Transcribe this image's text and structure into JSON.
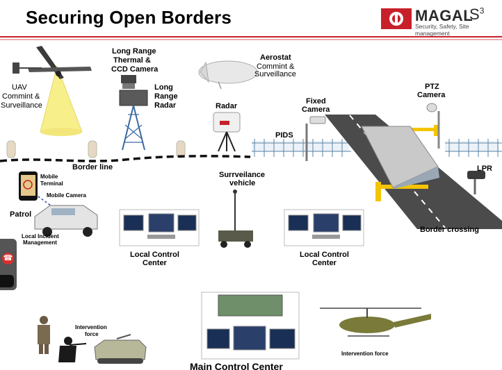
{
  "header": {
    "title": "Securing Open Borders",
    "logo_word": "MAGAL",
    "logo_suffix": "S",
    "logo_sup": "3",
    "logo_tagline": "Security, Safety, Site management"
  },
  "labels": {
    "uav_title": "UAV",
    "uav_sub1": "Commint &",
    "uav_sub2": "Surveillance",
    "thermal_1": "Long Range",
    "thermal_2": "Thermal &",
    "thermal_3": "CCD Camera",
    "radar_lr_1": "Long",
    "radar_lr_2": "Range",
    "radar_lr_3": "Radar",
    "aerostat_title": "Aerostat",
    "aerostat_sub1": "Commint &",
    "aerostat_sub2": "Surveillance",
    "radar": "Radar",
    "fixed_camera_1": "Fixed",
    "fixed_camera_2": "Camera",
    "ptz_1": "PTZ",
    "ptz_2": "Camera",
    "pids": "PIDS",
    "lpr": "LPR",
    "border_line": "Border line",
    "mobile_terminal_1": "Mobile",
    "mobile_terminal_2": "Terminal",
    "mobile_camera": "Mobile Camera",
    "patrol": "Patrol",
    "local_incident_1": "Local Incident",
    "local_incident_2": "Management",
    "surveillance_vehicle_1": "Surrveilance",
    "surveillance_vehicle_2": "vehicle",
    "border_crossing": "Border crossing",
    "local_control_left_1": "Local Control",
    "local_control_left_2": "Center",
    "local_control_right_1": "Local Control",
    "local_control_right_2": "Center",
    "intervention_force_left_1": "Intervention",
    "intervention_force_left_2": "force",
    "intervention_force_right": "Intervention force",
    "main_control_center": "Main Control Center"
  },
  "colors": {
    "accent_red": "#c8202a",
    "road": "#4b4b4b",
    "sensor_cone": "#f7ef8a",
    "helicopter": "#7a7a3a",
    "apc": "#b7b79a"
  },
  "icons": [
    "uav-icon",
    "tower-icon",
    "aerostat-icon",
    "radar-icon",
    "camera-icon",
    "fence-icon",
    "truck-icon",
    "phone-icon",
    "jeep-icon",
    "monitor-icon",
    "soldier-icon",
    "apc-icon",
    "helicopter-icon",
    "end-call-icon"
  ]
}
